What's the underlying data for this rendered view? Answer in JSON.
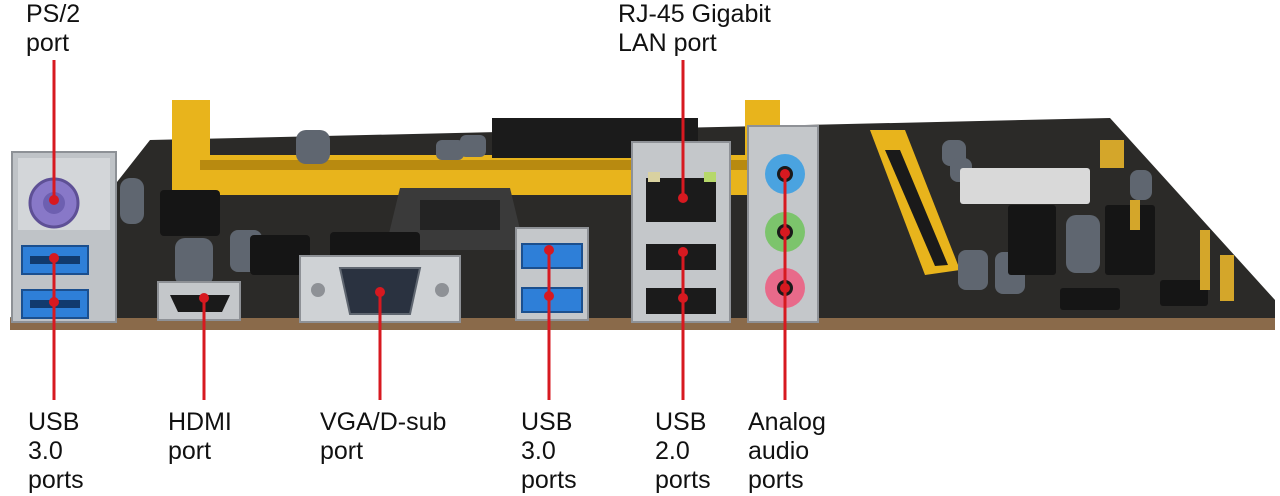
{
  "diagram": {
    "colors": {
      "callout": "#d71920",
      "board": "#2a2a2a",
      "slot_yellow": "#e8b41c",
      "usb3_blue": "#2e7fd8",
      "ps2_purple": "#8878c8",
      "audio_blue": "#4aa3e0",
      "audio_green": "#7cc46c",
      "audio_pink": "#e86a8a"
    },
    "labels": {
      "ps2": [
        "PS/2",
        "port"
      ],
      "rj45": [
        "RJ-45 Gigabit",
        "LAN port"
      ],
      "usb3_left": [
        "USB",
        "3.0",
        "ports"
      ],
      "hdmi": [
        "HDMI",
        "port"
      ],
      "vga": [
        "VGA/D-sub",
        "port"
      ],
      "usb3_mid": [
        "USB",
        "3.0",
        "ports"
      ],
      "usb2": [
        "USB",
        "2.0",
        "ports"
      ],
      "audio": [
        "Analog",
        "audio",
        "ports"
      ]
    }
  }
}
